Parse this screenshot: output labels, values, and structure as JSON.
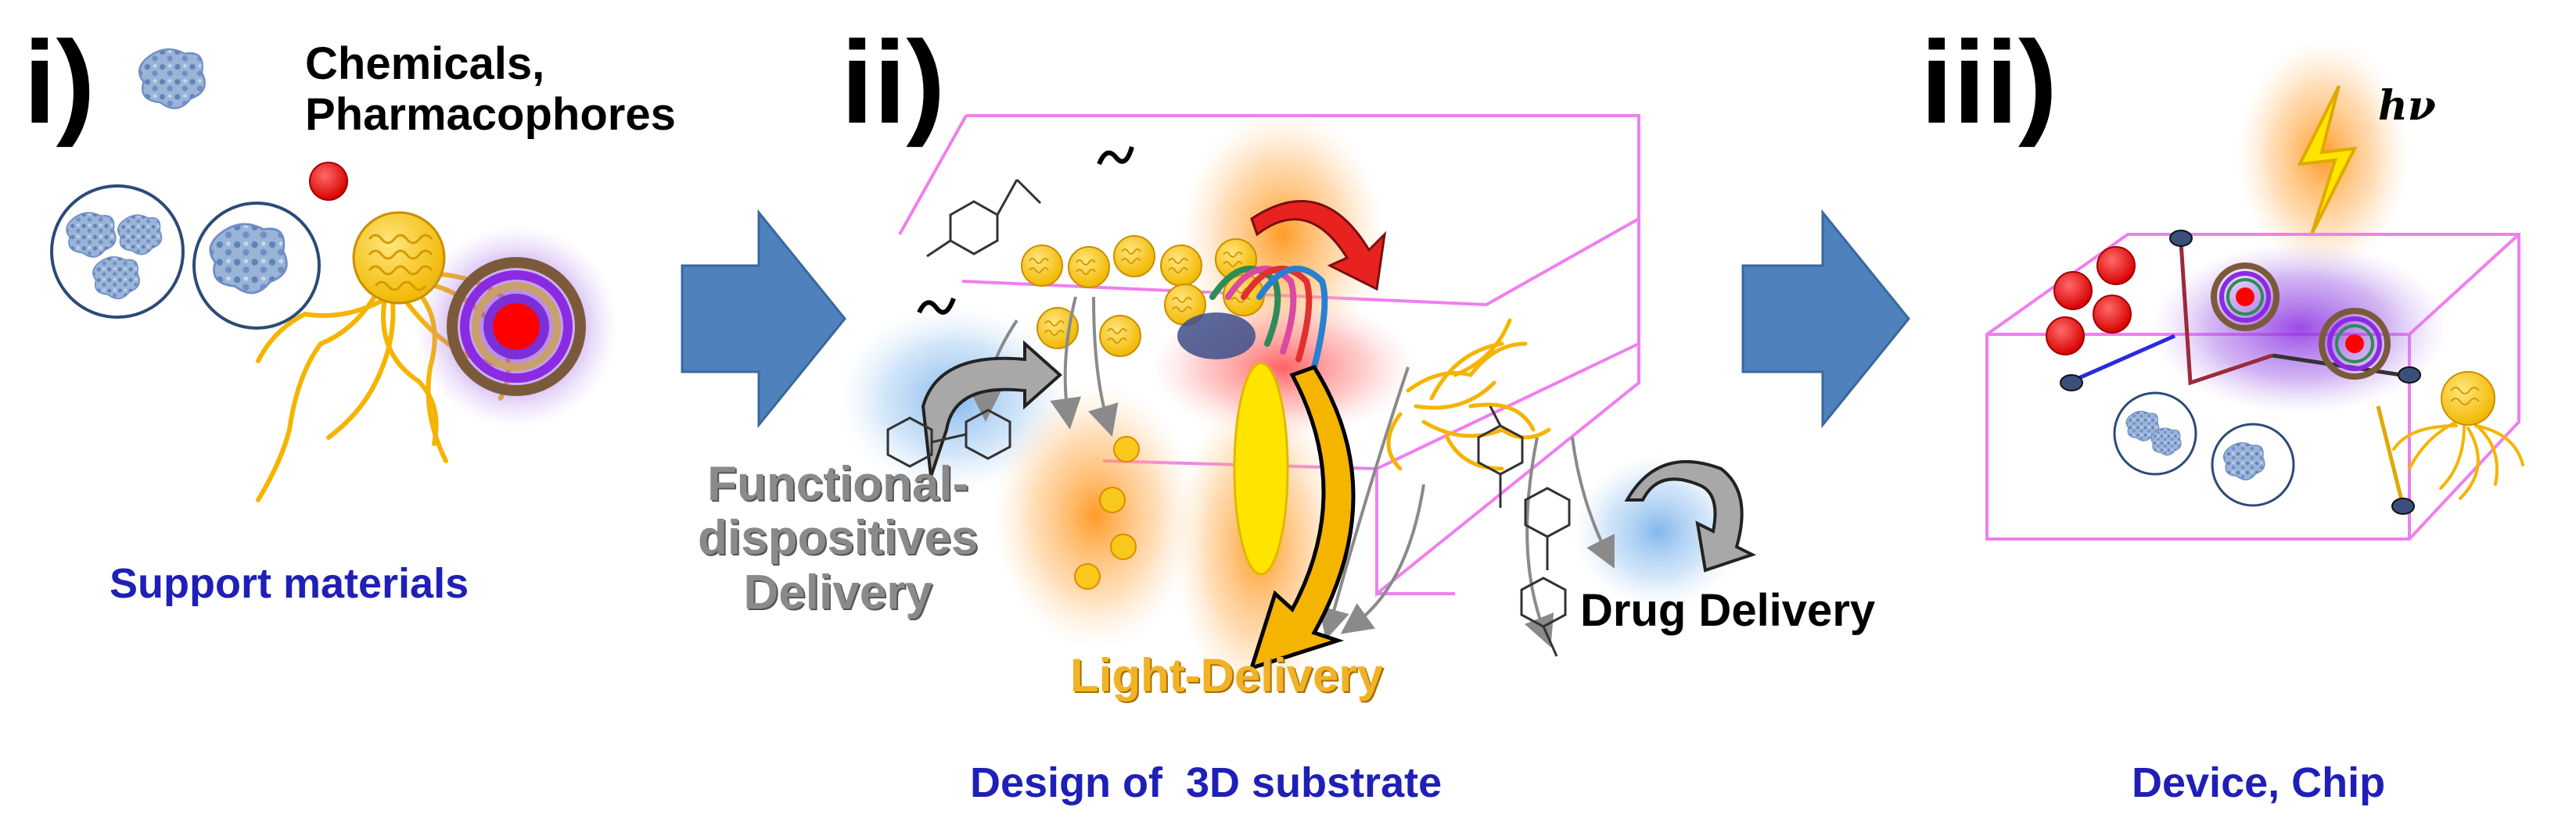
{
  "panels": {
    "i": {
      "numeral": "i)",
      "chemicals_line1": "Chemicals,",
      "chemicals_line2": "Pharmacophores",
      "caption": "Support materials"
    },
    "ii": {
      "numeral": "ii)",
      "functional_line1": "Functional-",
      "functional_line2": "dispositives",
      "functional_line3": "Delivery",
      "light_delivery": "Light-Delivery",
      "drug_delivery": "Drug Delivery",
      "caption": "Design of  3D substrate"
    },
    "iii": {
      "numeral": "iii)",
      "photon": "hν",
      "caption": "Device, Chip"
    }
  },
  "colors": {
    "caption_blue": "#1f1fb8",
    "arrow_blue": "#4f81bd",
    "substrate_pink": "#ef7fef",
    "micelle_red": "#ff0000",
    "particle_yellow": "#f8c81c",
    "chain_orange": "#f5b400",
    "glow_purple": "#8a2be2",
    "glow_orange": "#ff9a1a",
    "glow_blue": "#5aa0e6",
    "text_grey": "#8a8a8a",
    "text_orange": "#f2b227"
  },
  "icons": [
    "protein-icon",
    "micelle-icon",
    "lightning-icon",
    "benzene-icon",
    "electrode-icon"
  ]
}
